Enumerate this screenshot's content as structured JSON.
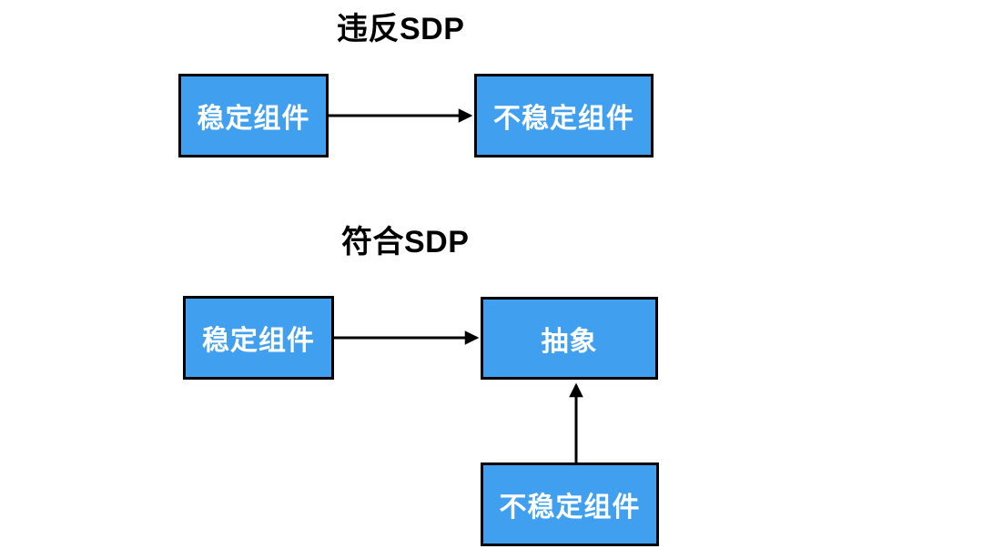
{
  "colors": {
    "background": "#ffffff",
    "node_fill": "#419ff0",
    "node_border": "#000000",
    "node_text": "#ffffff",
    "title_text": "#000000",
    "arrow": "#000000"
  },
  "diagram": {
    "sections": [
      {
        "title": "违反SDP",
        "nodes": [
          {
            "id": "stable-1",
            "label": "稳定组件"
          },
          {
            "id": "unstable-1",
            "label": "不稳定组件"
          }
        ],
        "edges": [
          {
            "from": "稳定组件",
            "to": "不稳定组件",
            "direction": "right"
          }
        ]
      },
      {
        "title": "符合SDP",
        "nodes": [
          {
            "id": "stable-2",
            "label": "稳定组件"
          },
          {
            "id": "abstraction",
            "label": "抽象"
          },
          {
            "id": "unstable-2",
            "label": "不稳定组件"
          }
        ],
        "edges": [
          {
            "from": "稳定组件",
            "to": "抽象",
            "direction": "right"
          },
          {
            "from": "不稳定组件",
            "to": "抽象",
            "direction": "up"
          }
        ]
      }
    ]
  }
}
